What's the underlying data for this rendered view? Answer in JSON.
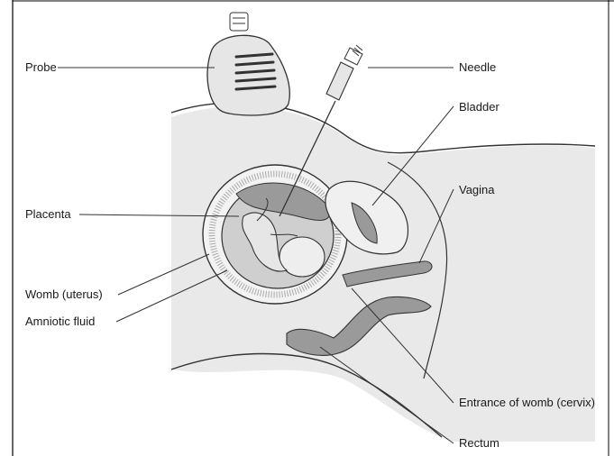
{
  "figure": {
    "labels": {
      "probe": "Probe",
      "needle": "Needle",
      "bladder": "Bladder",
      "vagina": "Vagina",
      "placenta": "Placenta",
      "womb": "Womb (uterus)",
      "amniotic_fluid": "Amniotic fluid",
      "cervix": "Entrance of womb (cervix)",
      "rectum": "Rectum"
    },
    "colors": {
      "outline": "#333333",
      "tissue_gray": "#9a9a9a",
      "fluid_gray": "#cfcfcf",
      "body_fill": "#e6e6e6",
      "background": "#ffffff"
    }
  }
}
